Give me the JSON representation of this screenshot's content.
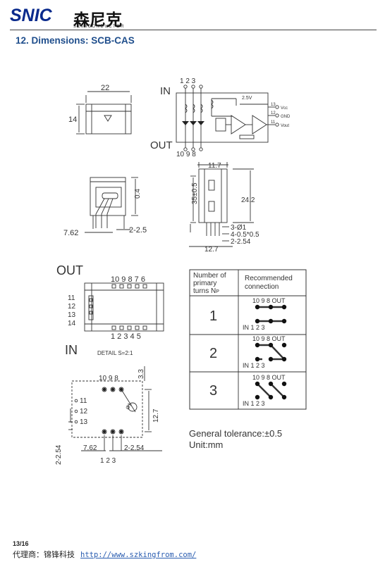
{
  "header": {
    "logo_text": "SNIC",
    "logo_cn": "森尼克",
    "logo_sub": "SEMICONDUCTOR"
  },
  "section_title": "12. Dimensions: SCB-CAS",
  "schematic": {
    "in_label": "IN",
    "out_label": "OUT",
    "pins_top": "1 2 3",
    "pins_bottom": "10 9 8",
    "supply": "2.5V",
    "pins_right": [
      {
        "num": "13",
        "name": "Vcc"
      },
      {
        "num": "12",
        "name": "GND"
      },
      {
        "num": "11",
        "name": "Vout"
      }
    ]
  },
  "dims": {
    "width": "22",
    "height": "14",
    "d_11_7": "11.7",
    "d_35": "35±0.5",
    "d_24_2": "24.2",
    "d_0_4": "0.4",
    "d_7_62": "7.62",
    "d_2_2_5": "2-2.5",
    "d_3_phi1": "3-Ø1",
    "d_4_05": "4-0.5*0.5",
    "d_2_254": "2-2.54",
    "d_12_7": "12.7"
  },
  "bottom_view": {
    "out_label": "OUT",
    "in_label": "IN",
    "pins_top": "10 9 8 7 6",
    "pins_left": [
      "11",
      "12",
      "13",
      "14"
    ],
    "pins_bottom": "1 2 3 4 5"
  },
  "detail": {
    "label": "DETAIL S=2:1",
    "pins_top": "10 9 8",
    "pins_left": [
      "11",
      "12",
      "13"
    ],
    "pins_bottom": "1 2 3",
    "d_3_3": "3.3",
    "d_12_7": "12.7",
    "d_7_62": "7.62",
    "d_2_254": "2-2.54",
    "d_2_254_v": "2-2.54",
    "d_phi": "Ø1"
  },
  "table": {
    "col1_header": "Number of primary turns NP",
    "col2_header": "Recommended connection",
    "rows": [
      {
        "turns": "1",
        "top": "10  9  8 OUT",
        "bottom": "IN 1  2  3"
      },
      {
        "turns": "2",
        "top": "10  9  8 OUT",
        "bottom": "IN 1  2  3"
      },
      {
        "turns": "3",
        "top": "10  9  8 OUT",
        "bottom": "IN 1  2  3"
      }
    ]
  },
  "tolerance": "General tolerance:±0.5",
  "unit": "Unit:mm",
  "footer": {
    "page": "13/16",
    "agent": "代理商：锦锋科技",
    "url": "http://www.szkingfrom.com/"
  }
}
